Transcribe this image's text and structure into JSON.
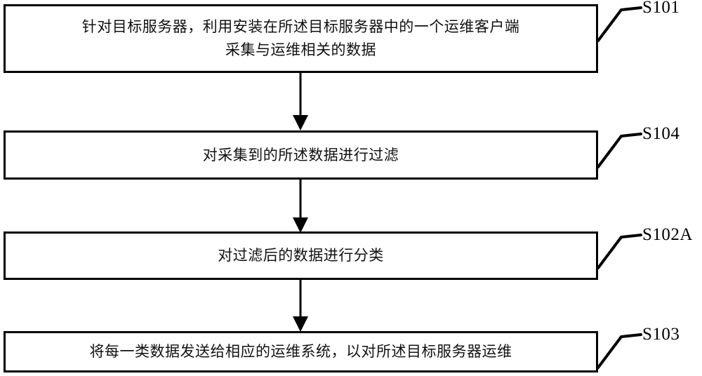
{
  "diagram": {
    "type": "flowchart",
    "orientation": "vertical",
    "title": "",
    "line_color": "#000000",
    "background_color": "#ffffff",
    "steps": [
      {
        "id": "S101",
        "tag": "S101",
        "text": "针对目标服务器，利用安装在所述目标服务器中的一个运维客户端\n采集与运维相关的数据",
        "lines": 2
      },
      {
        "id": "S104",
        "tag": "S104",
        "text": "对采集到的所述数据进行过滤",
        "lines": 1
      },
      {
        "id": "S102A",
        "tag": "S102A",
        "text": "对过滤后的数据进行分类",
        "lines": 1
      },
      {
        "id": "S103",
        "tag": "S103",
        "text": "将每一类数据发送给相应的运维系统，以对所述目标服务器运维",
        "lines": 1
      }
    ],
    "connectors": [
      {
        "from": "S101",
        "to": "S104",
        "style": "arrow-down"
      },
      {
        "from": "S104",
        "to": "S102A",
        "style": "arrow-down"
      },
      {
        "from": "S102A",
        "to": "S103",
        "style": "arrow-down"
      }
    ]
  }
}
